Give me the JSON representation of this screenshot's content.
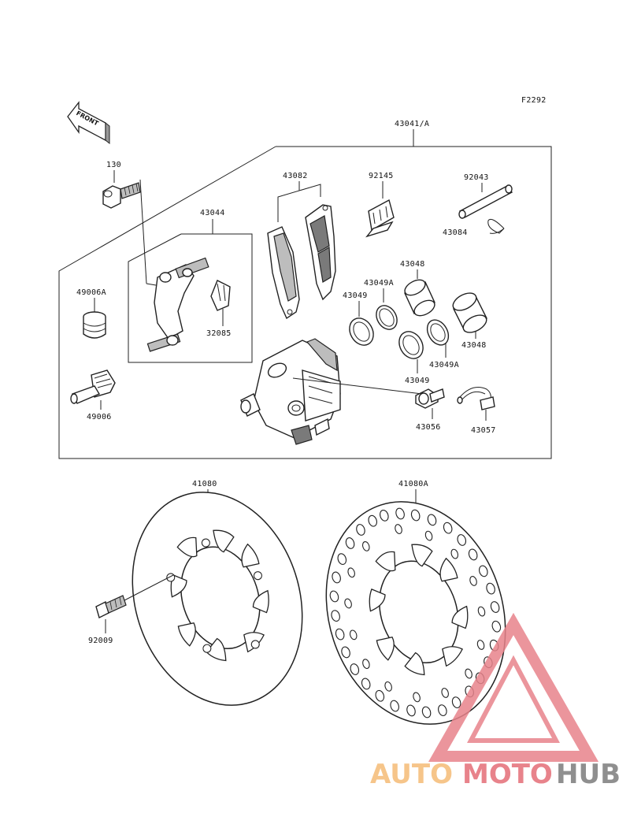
{
  "figure_code": "F2292",
  "front_arrow_label": "FRONT",
  "parts": {
    "caliper_assy": "43041/A",
    "bolt": "130",
    "holder": "43044",
    "boot_a": "49006A",
    "pin_boot": "49006",
    "pad_spring": "32085",
    "pads": "43082",
    "pad_plate": "92145",
    "pin": "92043",
    "clip": "43084",
    "piston_top": "43048",
    "seal_a_top": "43049A",
    "seal_top": "43049",
    "piston_right": "43048",
    "seal_a_bottom": "43049A",
    "seal_bottom": "43049",
    "bleeder": "43056",
    "cap": "43057",
    "disc_left": "41080",
    "disc_right": "41080A",
    "screw": "92009"
  },
  "watermark": {
    "brand_part1": "AUTO",
    "brand_part2": "MOTO",
    "brand_part3": "HUB",
    "color_light": "#f6c58a",
    "color_red": "#e8838b",
    "color_grey": "#8f8f8f"
  }
}
